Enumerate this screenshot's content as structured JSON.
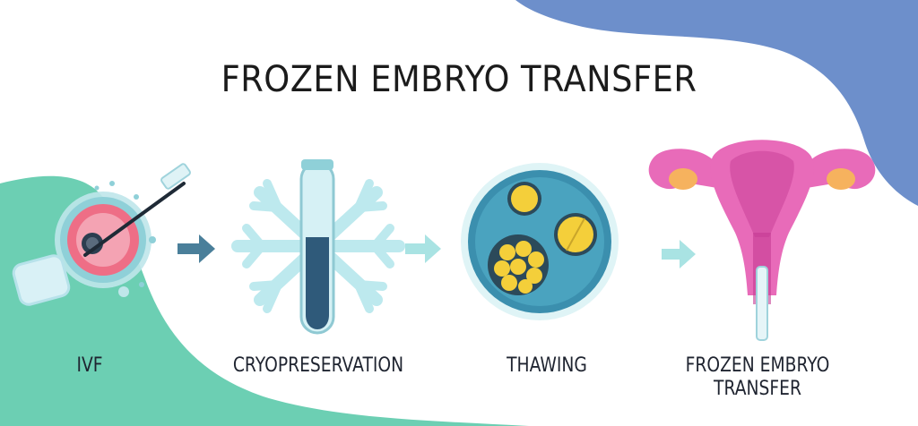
{
  "title": "FROZEN EMBRYO TRANSFER",
  "steps": [
    {
      "label": "IVF",
      "icon": "ivf-egg-pipette-icon"
    },
    {
      "label": "CRYOPRESERVATION",
      "icon": "snowflake-cryo-tube-icon"
    },
    {
      "label": "THAWING",
      "icon": "petri-dish-embryos-icon"
    },
    {
      "label": "FROZEN EMBRYO TRANSFER",
      "label_lines": [
        "FROZEN EMBRYO",
        "TRANSFER"
      ],
      "icon": "uterus-catheter-icon"
    }
  ],
  "arrows": [
    "arrow-right-icon",
    "arrow-right-icon",
    "arrow-right-icon"
  ],
  "colors": {
    "teal_blob": "#6ccfb3",
    "blue_blob": "#6d8fcb",
    "arrow_dark": "#4a7f9a",
    "arrow_light": "#a9e3e3",
    "uterus_pink": "#e86bb9",
    "ovary_orange": "#f6b25e",
    "embryo_yellow": "#f4cf3a",
    "dish_blue": "#3b8fae"
  }
}
